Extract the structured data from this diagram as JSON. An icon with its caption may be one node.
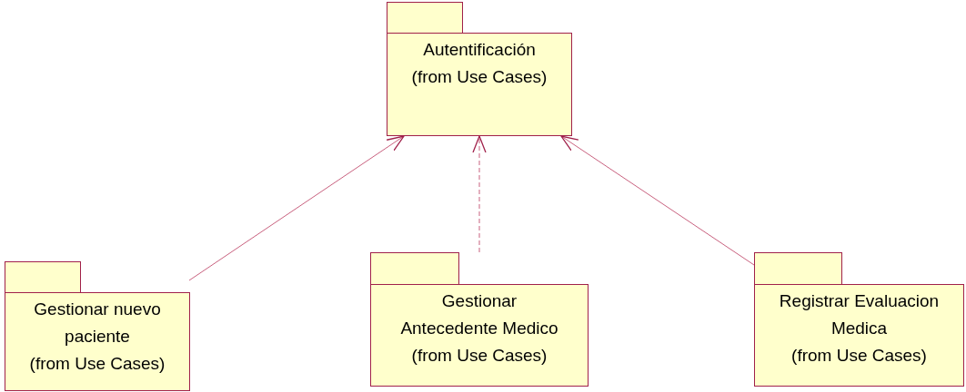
{
  "diagram": {
    "nodes": [
      {
        "text": [
          "Autentificación",
          "(from Use Cases)"
        ]
      },
      {
        "text": [
          "Gestionar nuevo paciente",
          "(from Use Cases)"
        ]
      },
      {
        "text": [
          "Gestionar Antecedente Medico",
          "(from Use Cases)"
        ]
      },
      {
        "text": [
          "Registrar Evaluacion Medica",
          "(from Use Cases)"
        ]
      }
    ],
    "edges": [
      {
        "from": 1,
        "to": 0,
        "arrow": "to"
      },
      {
        "from": 2,
        "to": 0,
        "arrow": "to",
        "style": "dashed"
      },
      {
        "from": 3,
        "to": 0,
        "arrow": "to"
      }
    ]
  }
}
